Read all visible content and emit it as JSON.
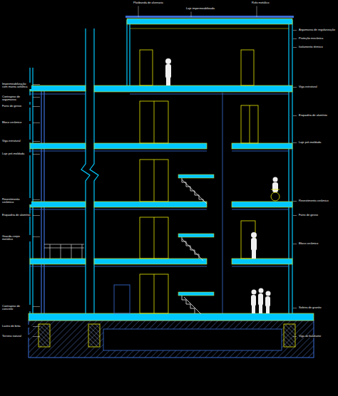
{
  "diagram": {
    "labels": [
      "Rufo metálico",
      "Laje impermeabilizada",
      "Platibanda de alvenaria",
      "Impermeabilização com manta asfáltica",
      "Contrapiso de argamassa",
      "Forro de gesso",
      "Bloco cerâmico",
      "Viga estrutural",
      "Laje pré-moldada",
      "Revestimento cerâmico",
      "Guarda-corpo metálico",
      "Esquadria de alumínio",
      "Contrapiso de concreto",
      "Lastro de brita",
      "Terreno natural",
      "Argamassa de regularização",
      "Proteção mecânica",
      "Isolamento térmico",
      "Viga estrutural",
      "Esquadria de alumínio",
      "Laje pré-moldada",
      "Revestimento cerâmico",
      "Forro de gesso",
      "Bloco cerâmico",
      "Soleira de granito",
      "Viga de baldrame"
    ]
  }
}
